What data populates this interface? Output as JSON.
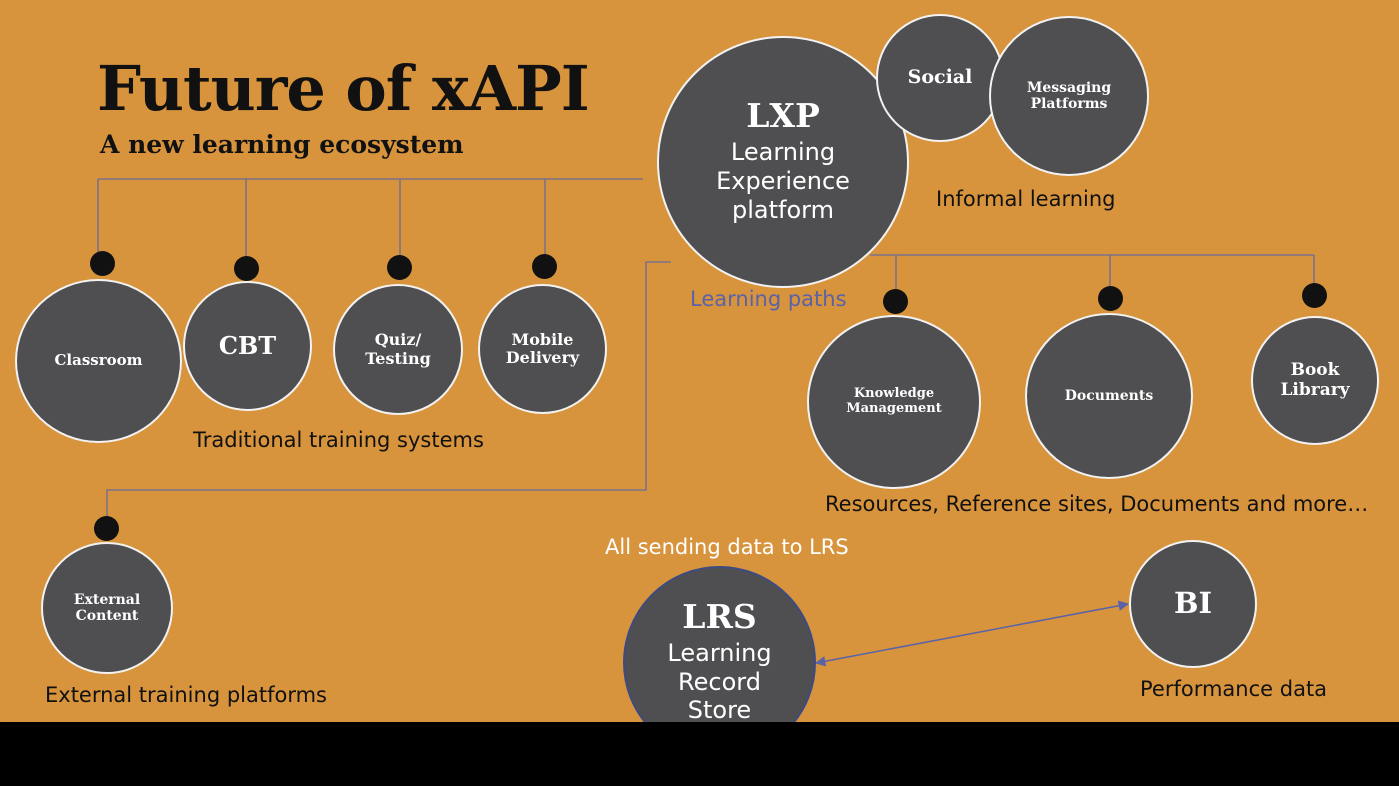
{
  "title": "Future of xAPI",
  "subtitle": "A new learning ecosystem",
  "nodes": {
    "lxp": {
      "abbr": "LXP",
      "label": "Learning\nExperience\nplatform"
    },
    "social": "Social",
    "messaging": "Messaging\nPlatforms",
    "classroom": "Classroom",
    "cbt": "CBT",
    "quiz": "Quiz/\nTesting",
    "mobile": "Mobile\nDelivery",
    "knowledge": "Knowledge\nManagement",
    "documents": "Documents",
    "book": "Book\nLibrary",
    "external": "External\nContent",
    "lrs": {
      "abbr": "LRS",
      "label": "Learning\nRecord\nStore"
    },
    "bi": "BI"
  },
  "captions": {
    "informal": "Informal learning",
    "learning_paths": "Learning paths",
    "traditional": "Traditional training systems",
    "resources": "Resources, Reference sites, Documents and more…",
    "all_sending": "All sending data to LRS",
    "external_platforms": "External training platforms",
    "performance": "Performance data"
  },
  "colors": {
    "background": "#d7943d",
    "node_fill": "#4f4f51",
    "node_border": "#f2f2f2",
    "connector": "#6a6a9a",
    "dot": "#111111",
    "accent_text": "#5a62a8"
  }
}
